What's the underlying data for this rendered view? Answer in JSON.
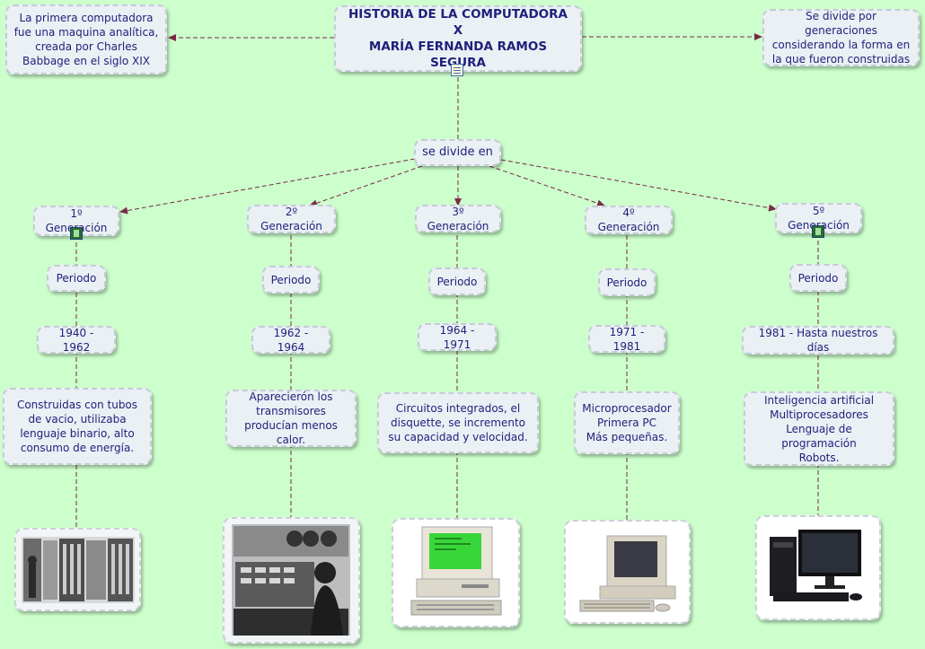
{
  "colors": {
    "background": "#ccffcc",
    "node_fill": "#eaf0f4",
    "text": "#1f1f7a",
    "connector": "#7a2a48"
  },
  "title": {
    "line1": "HISTORIA DE LA COMPUTADORA",
    "line2": "X",
    "line3": "MARÍA FERNANDA RAMOS SEGURA"
  },
  "left_note": "La primera computadora fue una maquina analítica, creada por Charles Babbage en el siglo XIX",
  "right_note": "Se divide por generaciones considerando la forma en la que fueron construidas",
  "divides": "se divide en",
  "generations": [
    {
      "name": "1º Generación",
      "period_label": "Periodo",
      "years": "1940 - 1962",
      "description": "Construidas con tubos de vacio, utilizaba lenguaje binario, alto consumo de energía.",
      "image": "vacuum-tube-computer-photo"
    },
    {
      "name": "2º Generación",
      "period_label": "Periodo",
      "years": "1962 - 1964",
      "description": "Aparecierón los transmisores producían menos calor.",
      "image": "transistor-console-operator-photo"
    },
    {
      "name": "3º Generación",
      "period_label": "Periodo",
      "years": "1964 - 1971",
      "description": "Circuitos integrados, el disquette, se incremento su capacidad y velocidad.",
      "image": "ibm-pc-green-screen-photo"
    },
    {
      "name": "4º Generación",
      "period_label": "Periodo",
      "years": "1971 - 1981",
      "description": "Microprocesador\nPrimera PC\nMás pequeñas.",
      "image": "beige-desktop-pc-photo"
    },
    {
      "name": "5º Generación",
      "period_label": "Periodo",
      "years": "1981 - Hasta nuestros días",
      "description": "Inteligencia artificial\nMultiprocesadores\nLenguaje de programación\nRobots.",
      "image": "modern-pc-flat-monitor-photo"
    }
  ]
}
